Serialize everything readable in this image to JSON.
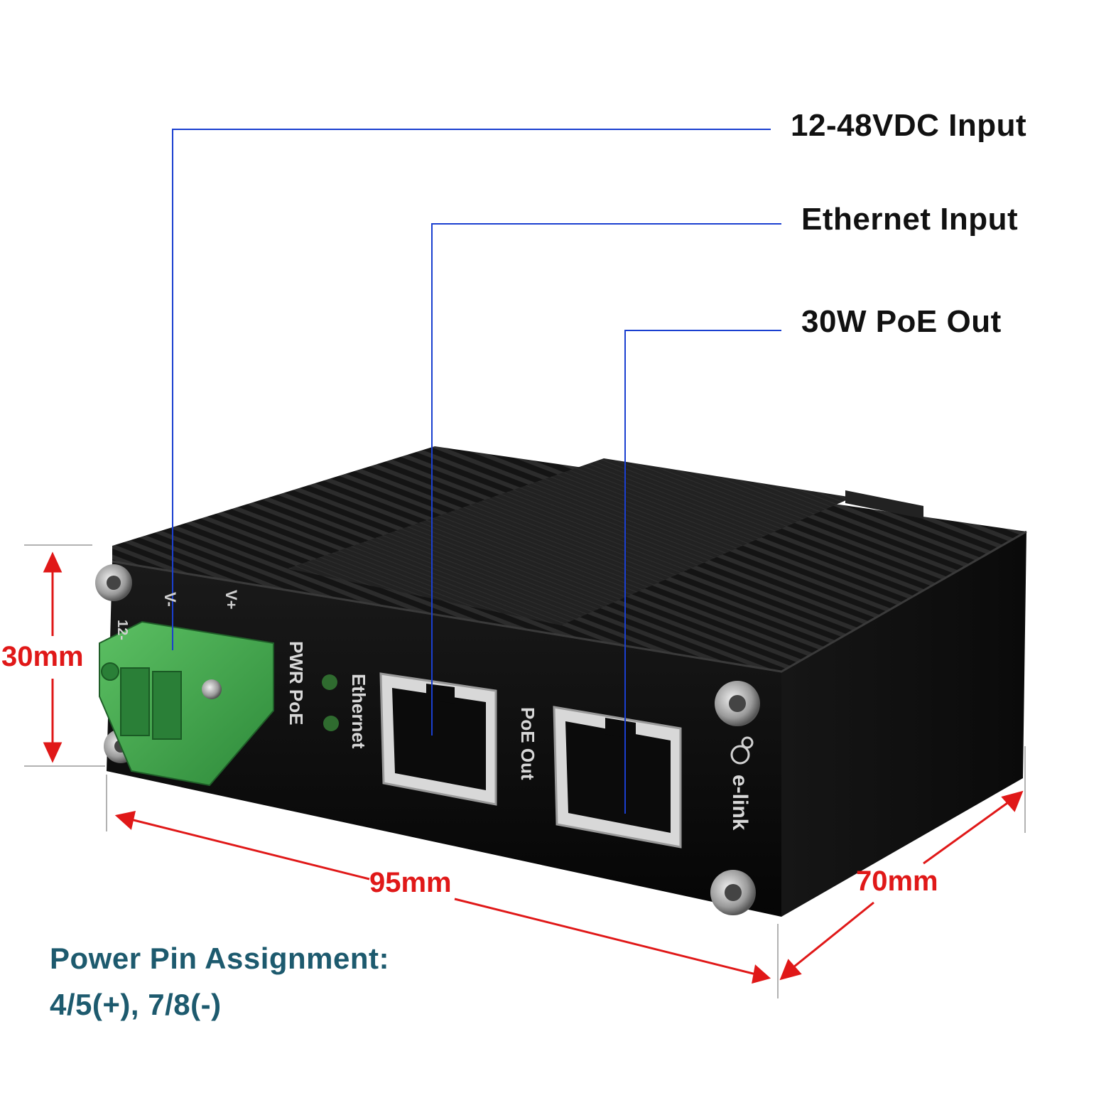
{
  "callouts": {
    "dc_input": "12-48VDC Input",
    "ethernet_input": "Ethernet Input",
    "poe_out": "30W PoE Out"
  },
  "dimensions": {
    "height": "30mm",
    "width": "95mm",
    "depth": "70mm"
  },
  "pin_assignment": {
    "title": "Power Pin Assignment:",
    "value": "4/5(+), 7/8(-)"
  },
  "device_labels": {
    "v_minus": "V-",
    "v_plus": "V+",
    "voltage_stub": "12-",
    "pwr_poe": "PWR PoE",
    "ethernet": "Ethernet",
    "poe_out_port": "PoE Out",
    "brand": "e-link"
  },
  "colors": {
    "leader_line": "#1a3fd0",
    "dimension": "#e01818",
    "pin_text": "#1d5a6e",
    "housing": "#0d0d0d",
    "terminal_block": "#3aa04a"
  }
}
